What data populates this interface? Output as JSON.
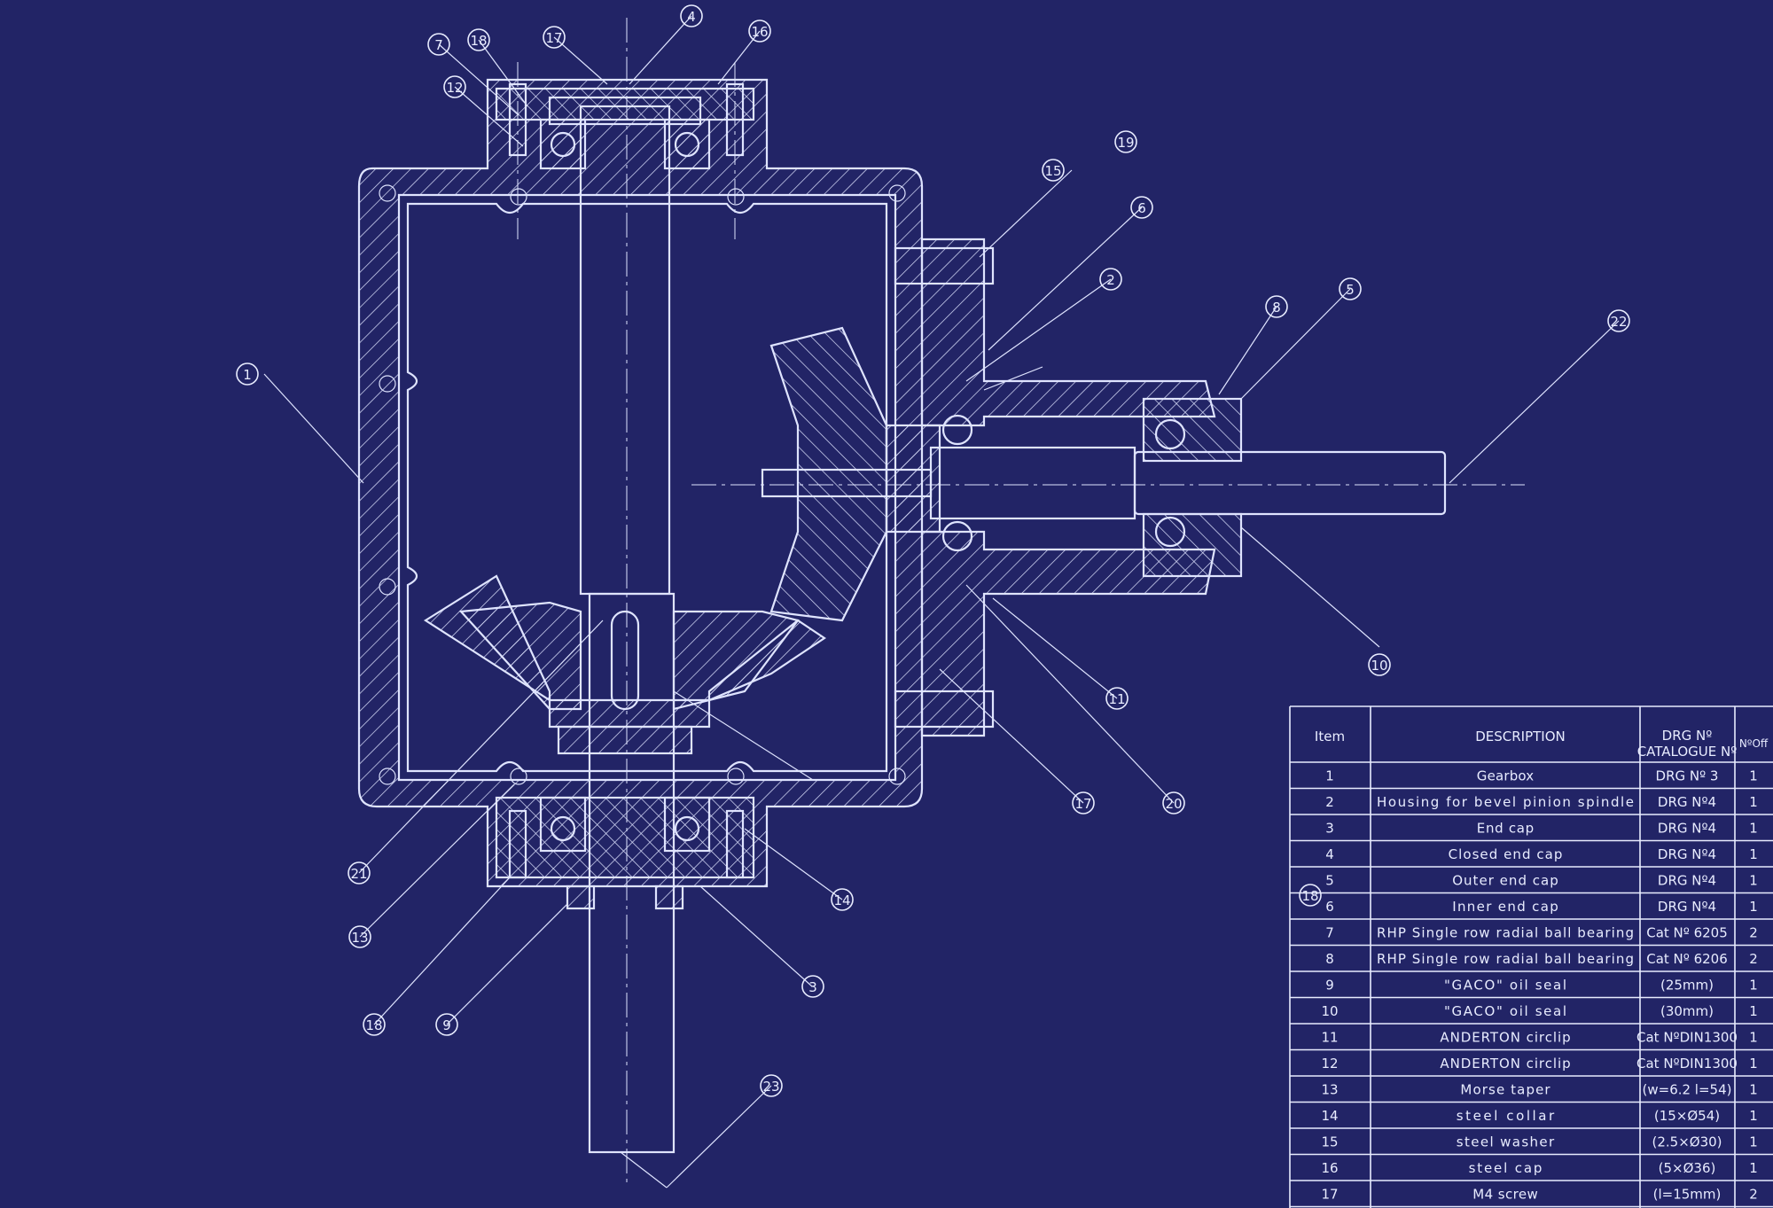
{
  "balloons": [
    "1",
    "2",
    "3",
    "4",
    "5",
    "6",
    "7",
    "8",
    "9",
    "10",
    "11",
    "12",
    "13",
    "14",
    "15",
    "16",
    "17",
    "17",
    "18",
    "18",
    "18",
    "19",
    "20",
    "21",
    "22",
    "23"
  ],
  "parts_list": {
    "headers": {
      "item": "Item",
      "description": "DESCRIPTION",
      "drg_line1": "DRG Nº",
      "drg_line2": "CATALOGUE Nº",
      "no_off": "NºOff"
    },
    "rows": [
      {
        "item": "1",
        "description": "Gearbox",
        "ref": "DRG Nº 3",
        "qty": "1"
      },
      {
        "item": "2",
        "description": "Housing for bevel pinion spindle",
        "ref": "DRG Nº4",
        "qty": "1"
      },
      {
        "item": "3",
        "description": "End cap",
        "ref": "DRG Nº4",
        "qty": "1"
      },
      {
        "item": "4",
        "description": "Closed end cap",
        "ref": "DRG Nº4",
        "qty": "1"
      },
      {
        "item": "5",
        "description": "Outer end cap",
        "ref": "DRG Nº4",
        "qty": "1"
      },
      {
        "item": "6",
        "description": "Inner end cap",
        "ref": "DRG Nº4",
        "qty": "1"
      },
      {
        "item": "7",
        "description": "RHP Single row radial ball bearing",
        "ref": "Cat Nº 6205",
        "qty": "2"
      },
      {
        "item": "8",
        "description": "RHP Single row radial ball bearing",
        "ref": "Cat Nº 6206",
        "qty": "2"
      },
      {
        "item": "9",
        "description": "\"GACO\" oil seal",
        "ref": "(25mm)",
        "qty": "1"
      },
      {
        "item": "10",
        "description": "\"GACO\" oil seal",
        "ref": "(30mm)",
        "qty": "1"
      },
      {
        "item": "11",
        "description": "ANDERTON circlip",
        "ref": "Cat NºDIN1300",
        "qty": "1"
      },
      {
        "item": "12",
        "description": "ANDERTON circlip",
        "ref": "Cat NºDIN1300",
        "qty": "1"
      },
      {
        "item": "13",
        "description": "Morse taper",
        "ref": "(w=6.2 l=54)",
        "qty": "1"
      },
      {
        "item": "14",
        "description": "steel collar",
        "ref": "(15×Ø54)",
        "qty": "1"
      },
      {
        "item": "15",
        "description": "steel washer",
        "ref": "(2.5×Ø30)",
        "qty": "1"
      },
      {
        "item": "16",
        "description": "steel cap",
        "ref": "(5×Ø36)",
        "qty": "1"
      },
      {
        "item": "17",
        "description": "M4 screw",
        "ref": "(l=15mm)",
        "qty": "2"
      }
    ]
  }
}
